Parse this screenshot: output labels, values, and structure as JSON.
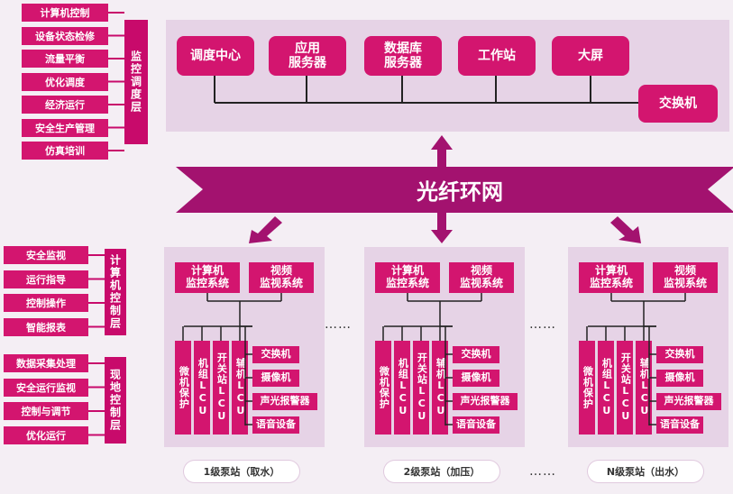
{
  "top_left_items": [
    "计算机控制",
    "设备状态检修",
    "流量平衡",
    "优化调度",
    "经济运行",
    "安全生产管理",
    "仿真培训"
  ],
  "layer_dispatch": "监控调度层",
  "mid_left_items": [
    "安全监视",
    "运行指导",
    "控制操作",
    "智能报表"
  ],
  "layer_computer": "计算机控制层",
  "bottom_left_items": [
    "数据采集处理",
    "安全运行监视",
    "控制与调节",
    "优化运行"
  ],
  "layer_field": "现地控制层",
  "top_panel": {
    "items": [
      "调度中心",
      "应用\n服务器",
      "数据库\n服务器",
      "工作站",
      "大屏"
    ],
    "switch": "交换机"
  },
  "ring": "光纤环网",
  "station": {
    "computer_sys": "计算机\n监控系统",
    "video_sys": "视频\n监视系统",
    "verticals": [
      "微机保护",
      "机组LCU",
      "开关站LCU",
      "辅机LCU"
    ],
    "right_items": [
      "交换机",
      "摄像机",
      "声光报警器",
      "语音设备"
    ]
  },
  "station_names": [
    "1级泵站（取水）",
    "2级泵站（加压）",
    "N级泵站（出水）"
  ],
  "ellipsis": "……",
  "colors": {
    "accent": "#d3156f",
    "banner": "#a3126f",
    "panel": "#e6d3e6"
  }
}
